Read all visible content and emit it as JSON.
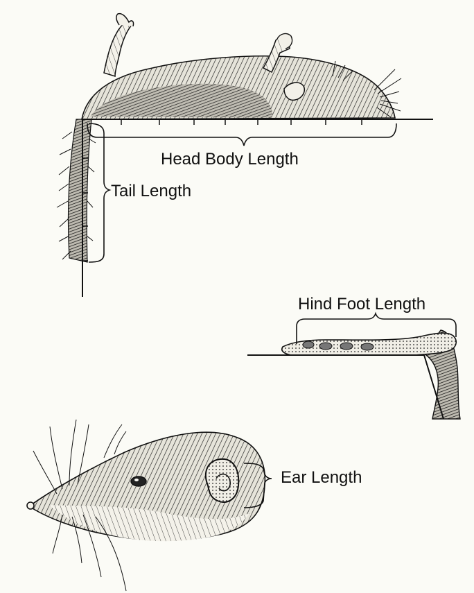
{
  "labels": {
    "head_body": "Head Body Length",
    "tail": "Tail Length",
    "hind_foot": "Hind Foot Length",
    "ear": "Ear Length"
  },
  "colors": {
    "background": "#fbfbf6",
    "ink": "#111111",
    "shade": "#2a2a2a"
  }
}
